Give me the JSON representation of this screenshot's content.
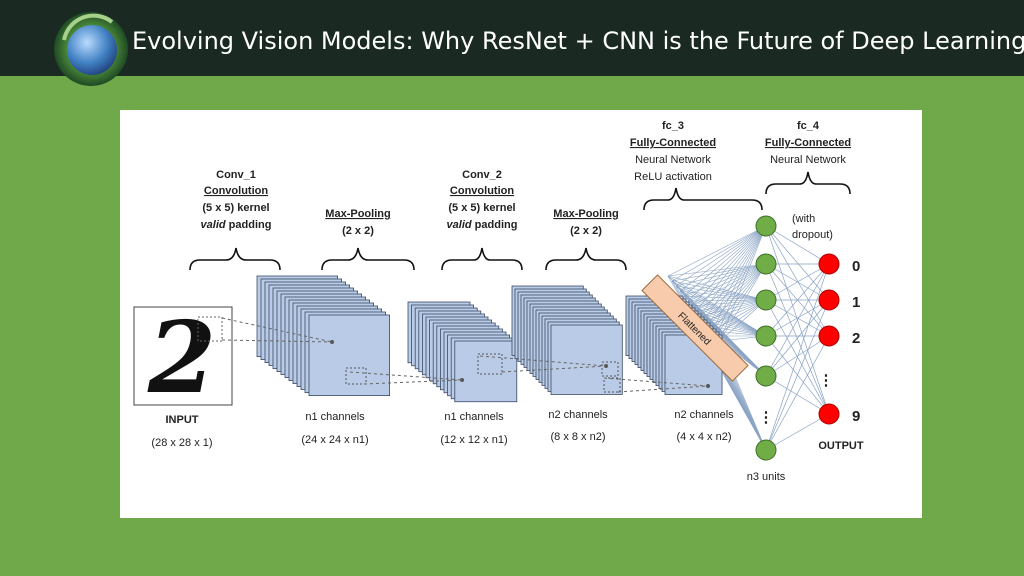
{
  "header": {
    "title": "Evolving Vision Models: Why ResNet + CNN is the Future of Deep Learning"
  },
  "diagram": {
    "conv1": {
      "l1": "Conv_1",
      "l2": "Convolution",
      "l3": "(5 x 5) kernel",
      "l4a": "valid",
      "l4b": " padding"
    },
    "pool1": {
      "l1": "Max-Pooling",
      "l2": "(2 x 2)"
    },
    "conv2": {
      "l1": "Conv_2",
      "l2": "Convolution",
      "l3": "(5 x 5) kernel",
      "l4a": "valid",
      "l4b": " padding"
    },
    "pool2": {
      "l1": "Max-Pooling",
      "l2": "(2 x 2)"
    },
    "fc3": {
      "l1": "fc_3",
      "l2": "Fully-Connected",
      "l3": "Neural Network",
      "l4": "ReLU activation"
    },
    "fc4": {
      "l1": "fc_4",
      "l2": "Fully-Connected",
      "l3": "Neural Network"
    },
    "dropout": {
      "l1": "(with",
      "l2": "dropout)"
    },
    "flattened": "Flattened",
    "input": {
      "label": "INPUT",
      "dims": "(28 x 28 x 1)",
      "digit": "2"
    },
    "stage1": {
      "label": "n1 channels",
      "dims": "(24 x 24 x n1)"
    },
    "stage2": {
      "label": "n1 channels",
      "dims": "(12 x 12 x n1)"
    },
    "stage3": {
      "label": "n2 channels",
      "dims": "(8 x 8 x n2)"
    },
    "stage4": {
      "label": "n2 channels",
      "dims": "(4 x 4 x n2)"
    },
    "hidden_units": "n3 units",
    "vdots": "⋮",
    "output": {
      "label": "OUTPUT",
      "classes": [
        "0",
        "1",
        "2",
        "⋮",
        "9"
      ]
    },
    "colors": {
      "feature_map": "#b9cbe6",
      "hidden_node": "#70ad47",
      "output_node": "#ff0000",
      "flatten_box": "#f8cbad",
      "connection": "#8aa3c4"
    }
  }
}
